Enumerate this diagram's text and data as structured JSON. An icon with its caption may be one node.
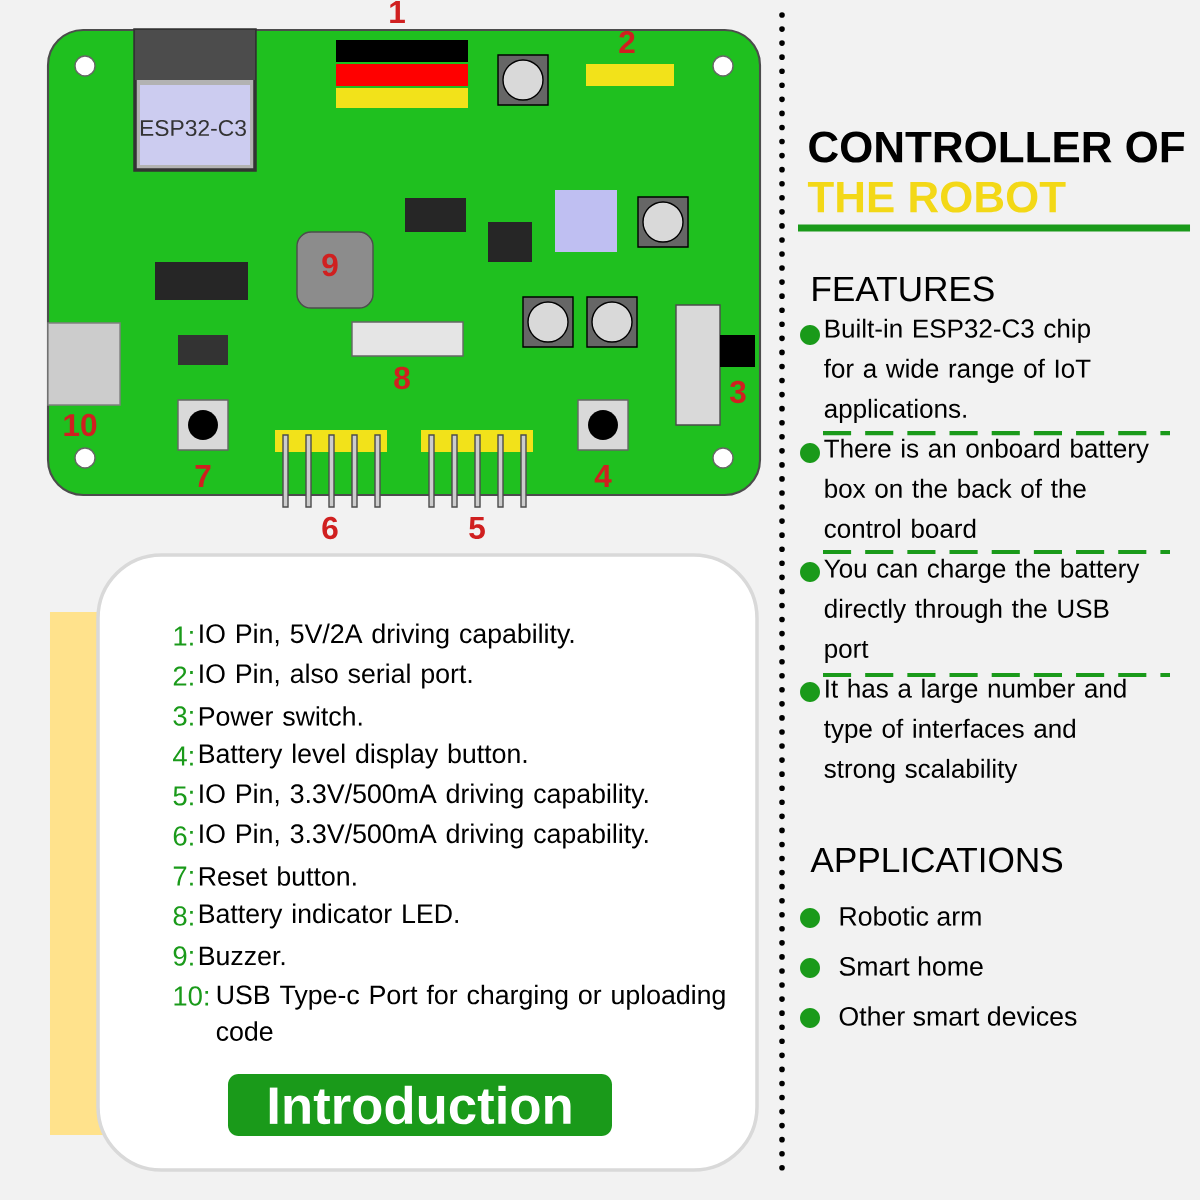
{
  "diagram": {
    "nodes": [
      {
        "text": [
          "Introduction"
        ]
      }
    ],
    "labels": [
      "1",
      "2",
      "ESP32-C3",
      "9",
      "8",
      "3",
      "10",
      "7",
      "4",
      "6",
      "5",
      "CONTROLLER OF",
      "THE ROBOT",
      "FEATURES",
      "Built-in ESP32-C3 chip for a wide range of IoT applications.",
      "There is an onboard battery box on the back of the control board",
      "You can charge the battery directly through the USB port",
      "It has a large number and type of interfaces and strong scalability",
      "APPLICATIONS",
      "Robotic arm",
      "Smart home",
      "Other smart devices",
      "1:",
      "IO Pin, 5V/2A driving capability.",
      "2:",
      "IO Pin, also serial port.",
      "3:",
      "Power switch.",
      "4:",
      "Battery level display button.",
      "5:",
      "IO Pin, 3.3V/500mA driving capability.",
      "6:",
      "IO Pin, 3.3V/500mA driving capability.",
      "7:",
      "Reset button.",
      "8:",
      "Battery indicator LED.",
      "9:",
      "Buzzer.",
      "10:",
      "USB Type-c Port for charging or uploading code"
    ]
  }
}
